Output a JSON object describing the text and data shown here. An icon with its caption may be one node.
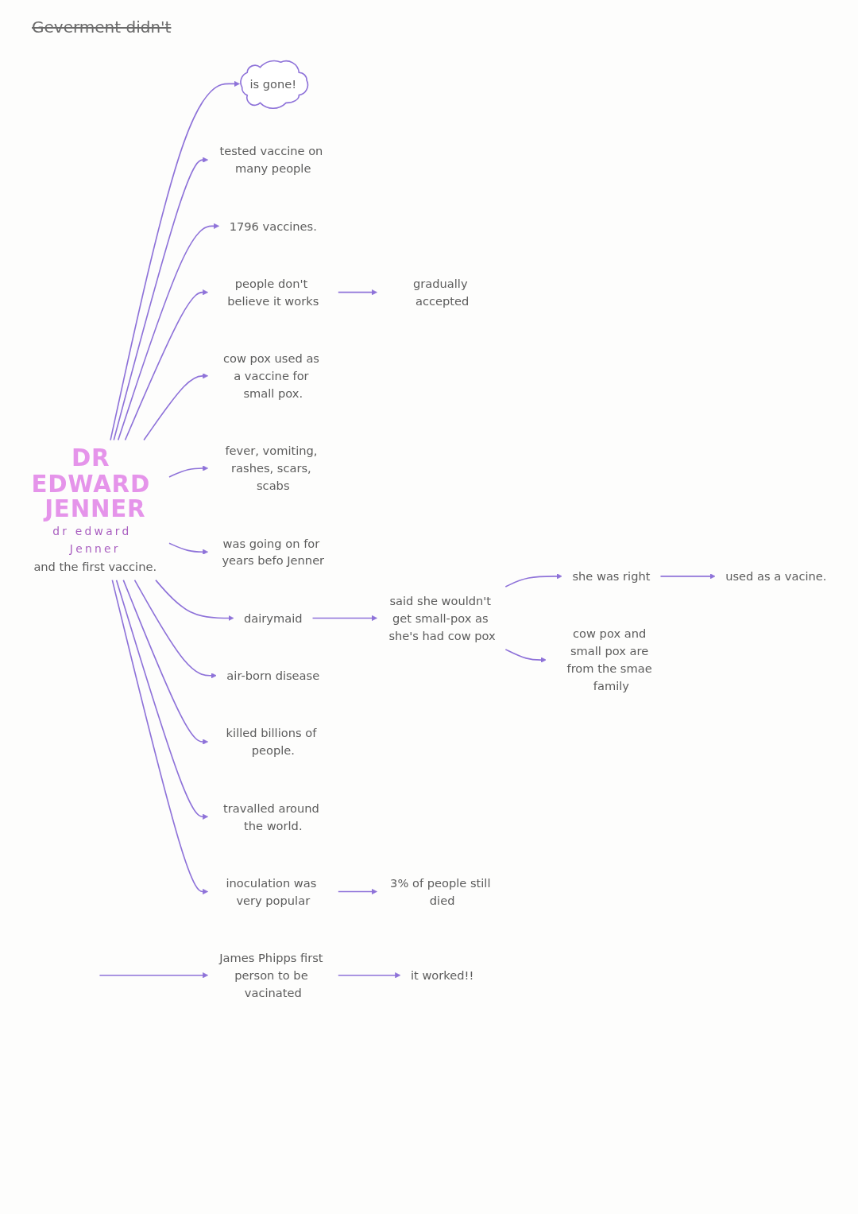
{
  "diagram": {
    "nodes": [
      {
        "text": [
          "gradually accepted"
        ]
      },
      {
        "text": [
          "is gone!"
        ]
      },
      {
        "text": [
          "tested vaccine on many people"
        ]
      },
      {
        "text": [
          "1796 vaccines."
        ]
      },
      {
        "text": [
          "people don't believe it works"
        ]
      },
      {
        "text": [
          "cow pox used as a vaccine for small pox."
        ]
      },
      {
        "text": [
          "fever, vomiting, rashes, scars, scabs"
        ]
      },
      {
        "text": [
          "was going on for years befo Jenner"
        ]
      },
      {
        "text": [
          "DR EDWARD JENNER",
          "dr edward Jenner",
          "and the first vaccine."
        ]
      },
      {
        "text": [
          "dairymaid"
        ]
      },
      {
        "text": [
          "air-born disease"
        ]
      },
      {
        "text": [
          "killed billions of people."
        ]
      },
      {
        "text": [
          "said she wouldn't get small-pox as she's had cow pox"
        ]
      },
      {
        "text": [
          "travalled around the world."
        ]
      },
      {
        "text": [
          "inoculation was very popular"
        ]
      },
      {
        "text": [
          "she was right"
        ]
      },
      {
        "text": [
          "3% of people still died"
        ]
      },
      {
        "text": [
          "cow pox and small pox are from the smae family"
        ]
      },
      {
        "text": [
          "used as a vacine."
        ]
      },
      {
        "text": [
          "James Phipps first person to be vacinated"
        ]
      },
      {
        "text": [
          "it worked!!"
        ]
      }
    ],
    "edges": [
      {
        "from": 8,
        "to": 4,
        "arrow": "to"
      },
      {
        "from": 4,
        "to": 0,
        "arrow": "to"
      },
      {
        "from": 8,
        "to": 6,
        "arrow": "to"
      },
      {
        "from": 8,
        "to": 3,
        "arrow": "to"
      },
      {
        "from": 8,
        "to": 1,
        "arrow": "to"
      },
      {
        "from": 8,
        "to": 2,
        "arrow": "to"
      },
      {
        "from": 8,
        "to": 5,
        "arrow": "to"
      },
      {
        "from": 8,
        "to": 7,
        "arrow": "to"
      },
      {
        "from": 8,
        "to": 9,
        "arrow": "to"
      },
      {
        "from": 9,
        "to": 12,
        "arrow": "to"
      },
      {
        "from": 12,
        "to": 17,
        "arrow": "to"
      },
      {
        "from": 12,
        "to": 15,
        "arrow": "to"
      },
      {
        "from": 15,
        "to": 18,
        "arrow": "to"
      },
      {
        "from": 8,
        "to": 10,
        "arrow": "to"
      },
      {
        "from": 8,
        "to": 13,
        "arrow": "to"
      },
      {
        "from": 8,
        "to": 11,
        "arrow": "to"
      },
      {
        "from": 8,
        "to": 14,
        "arrow": "to"
      },
      {
        "from": 14,
        "to": 16,
        "arrow": "to"
      },
      {
        "from": null,
        "to": 19,
        "arrow": "to"
      },
      {
        "from": 19,
        "to": 20,
        "arrow": "to"
      }
    ],
    "labels": [
      "Geverment didn't"
    ]
  }
}
